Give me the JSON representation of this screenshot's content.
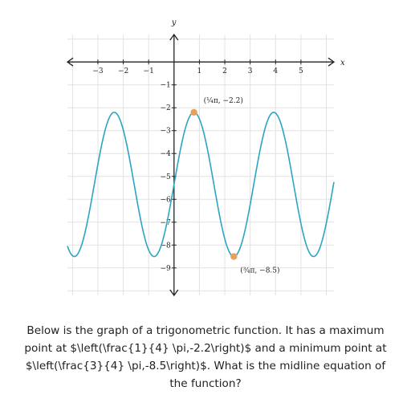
{
  "chart_data": {
    "type": "line",
    "title": "",
    "xlabel": "x",
    "ylabel": "y",
    "xlim": [
      -4.2,
      6.3
    ],
    "ylim": [
      -10.2,
      1.2
    ],
    "x_ticks": [
      -3,
      -2,
      -1,
      1,
      2,
      3,
      4,
      5
    ],
    "x_tick_labels": [
      "−3",
      "−2",
      "−1",
      "1",
      "2",
      "3",
      "4",
      "5"
    ],
    "y_ticks": [
      -1,
      -2,
      -3,
      -4,
      -5,
      -6,
      -7,
      -8,
      -9
    ],
    "y_tick_labels": [
      "−1",
      "−2",
      "−3",
      "−4",
      "−5",
      "−6",
      "−7",
      "−8",
      "−9"
    ],
    "grid": true,
    "curve": {
      "function": "y = 3.15*sin(2x) - 5.35",
      "amplitude": 3.15,
      "midline": -5.35,
      "period": 3.14159,
      "x_range": [
        -4.2,
        6.3
      ],
      "color": "#2aa6c0"
    },
    "points": [
      {
        "x": 0.785,
        "y": -2.2,
        "label": "(¼π, −2.2)",
        "color": "#e8a05c"
      },
      {
        "x": 2.356,
        "y": -8.5,
        "label": "(¾π, −8.5)",
        "color": "#e8a05c"
      }
    ]
  },
  "question": "Below is the graph of a trigonometric function. It has a maximum point at $\\left(\\frac{1}{4} \\pi,-2.2\\right)$ and a minimum point at $\\left(\\frac{3}{4} \\pi,-8.5\\right)$. What is the midline equation of the function?"
}
